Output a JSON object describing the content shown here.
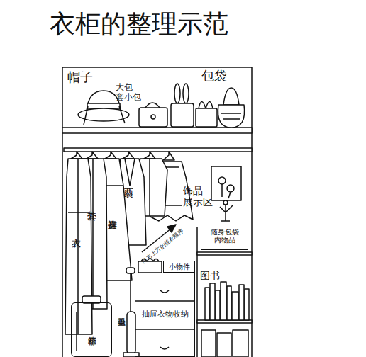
{
  "diagram": {
    "title": "衣柜的整理示范",
    "nodes": [
      {
        "text": [
          "随身包袋 内物品"
        ]
      },
      {
        "text": [
          "小物件"
        ]
      },
      {
        "text": [
          "抽屉衣物收纳"
        ]
      },
      {
        "text": [
          "行李箱"
        ]
      }
    ],
    "labels": [
      "帽子",
      "大包 套小包",
      "包袋",
      "大衣",
      "外套",
      "连身裙",
      "西装",
      "饰品 展示区",
      "向右上方的挂衣顺序",
      "图书",
      "吸尘器"
    ]
  }
}
